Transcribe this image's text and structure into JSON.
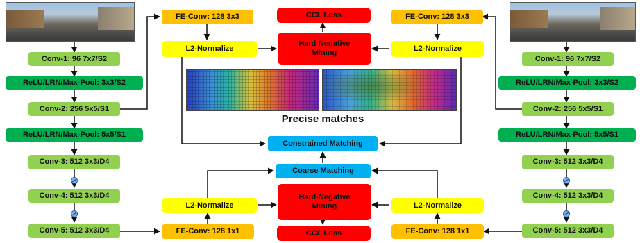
{
  "left_branch": {
    "conv1": "Conv-1: 96 7x7/S2",
    "relu1": "ReLU/LRN/Max-Pool: 3x3/S2",
    "conv2": "Conv-2: 256 5x5/S1",
    "relu2": "ReLU/LRN/Max-Pool: 5x5/S1",
    "conv3": "Conv-3: 512 3x3/D4",
    "conv4": "Conv-4: 512 3x3/D4",
    "conv5": "Conv-5: 512 3x3/D4"
  },
  "right_branch": {
    "conv1": "Conv-1: 96 7x7/S2",
    "relu1": "ReLU/LRN/Max-Pool: 3x3/S2",
    "conv2": "Conv-2: 256 5x5/S1",
    "relu2": "ReLU/LRN/Max-Pool: 5x5/S1",
    "conv3": "Conv-3: 512 3x3/D4",
    "conv4": "Conv-4: 512 3x3/D4",
    "conv5": "Conv-5: 512 3x3/D4"
  },
  "center": {
    "fe_conv_top_left": "FE-Conv: 128 3x3",
    "fe_conv_top_right": "FE-Conv: 128 3x3",
    "l2_top_left": "L2-Normalize",
    "l2_top_right": "L2-Normalize",
    "ccl_loss_top": "CCL Loss",
    "hnm_top": "Hard-Negative Mining",
    "caption": "Precise matches",
    "constrained_matching": "Constrained Matching",
    "coarse_matching": "Coarse Matching",
    "hnm_bottom": "Hard-Negative Mining",
    "l2_bottom_left": "L2-Normalize",
    "l2_bottom_right": "L2-Normalize",
    "fe_conv_bottom_left": "FE-Conv: 128 1x1",
    "fe_conv_bottom_right": "FE-Conv: 128 1x1",
    "ccl_loss_bottom": "CCL Loss"
  },
  "colors": {
    "light_green": "#92d050",
    "dark_green": "#00b050",
    "orange": "#ffc000",
    "yellow": "#ffff00",
    "red": "#ff0000",
    "blue": "#00b0f0"
  },
  "icons": [
    "dilation-icon"
  ]
}
